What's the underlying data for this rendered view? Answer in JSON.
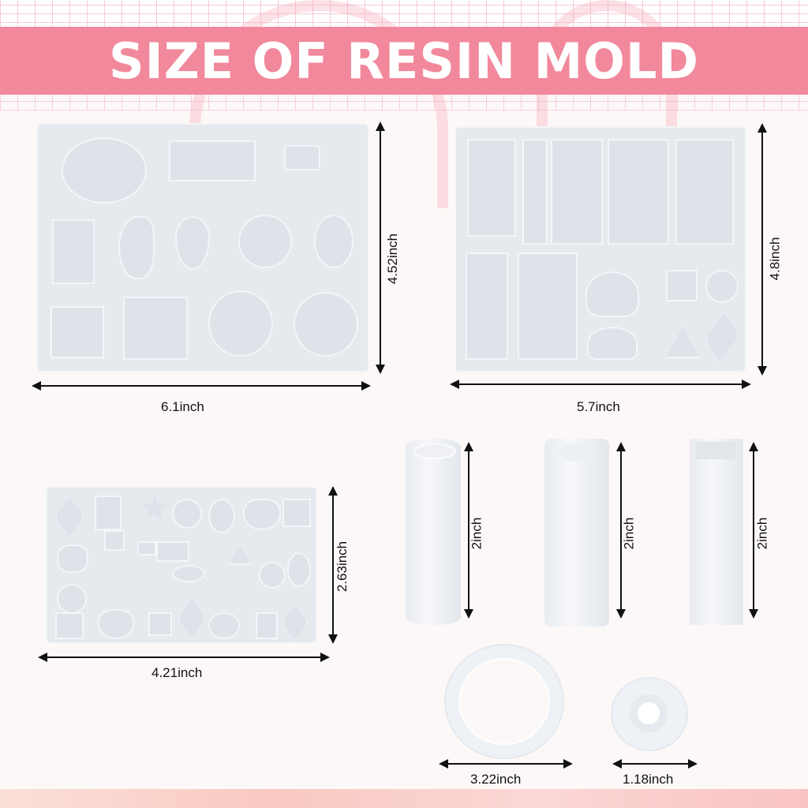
{
  "title": "SIZE OF RESIN MOLD",
  "colors": {
    "title_bar": "#f2889b",
    "title_text": "#ffffff",
    "mold": "#e6e9ee",
    "arrow": "#111111",
    "background": "#fdf8f8"
  },
  "molds": [
    {
      "name": "pendant-mold-1",
      "width_label": "6.1inch",
      "height_label": "4.52inch"
    },
    {
      "name": "pendant-mold-2",
      "width_label": "5.7inch",
      "height_label": "4.8inch"
    },
    {
      "name": "gem-mold",
      "width_label": "4.21inch",
      "height_label": "2.63inch"
    },
    {
      "name": "round-tube-mold",
      "height_label": "2inch"
    },
    {
      "name": "hexagon-tube-mold",
      "height_label": "2inch"
    },
    {
      "name": "square-tube-mold",
      "height_label": "2inch"
    },
    {
      "name": "large-ring-mold",
      "width_label": "3.22inch"
    },
    {
      "name": "small-ring-mold",
      "width_label": "1.18inch"
    }
  ]
}
